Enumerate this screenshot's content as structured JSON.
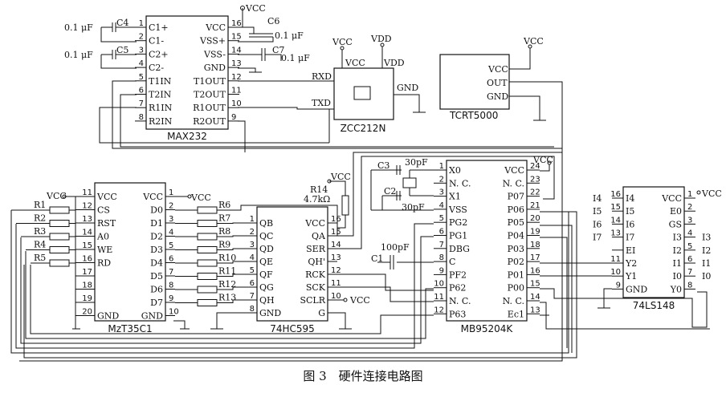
{
  "caption": "图 3　硬件连接电路图",
  "max232": {
    "name": "MAX232",
    "left_pins": [
      {
        "num": "1",
        "label": "C1+"
      },
      {
        "num": "2",
        "label": "C1-"
      },
      {
        "num": "3",
        "label": "C2+"
      },
      {
        "num": "4",
        "label": "C2-"
      },
      {
        "num": "5",
        "label": "T1IN"
      },
      {
        "num": "6",
        "label": "T2IN"
      },
      {
        "num": "7",
        "label": "R1IN"
      },
      {
        "num": "8",
        "label": "R2IN"
      }
    ],
    "right_pins": [
      {
        "num": "16",
        "label": "VCC"
      },
      {
        "num": "15",
        "label": "VSS+"
      },
      {
        "num": "14",
        "label": "VSS-"
      },
      {
        "num": "13",
        "label": "GND"
      },
      {
        "num": "12",
        "label": "T1OUT"
      },
      {
        "num": "11",
        "label": "T2OUT"
      },
      {
        "num": "10",
        "label": "R1OUT"
      },
      {
        "num": "9",
        "label": "R2OUT"
      }
    ],
    "caps": [
      {
        "name": "C4",
        "value": "0.1 μF"
      },
      {
        "name": "C5",
        "value": "0.1 μF"
      },
      {
        "name": "C6",
        "value": "0.1 μF"
      },
      {
        "name": "C7",
        "value": "0.1 μF"
      }
    ],
    "vcc": "VCC"
  },
  "zcc": {
    "name": "ZCC212N",
    "vcc": "VCC",
    "vdd": "VDD",
    "pins": {
      "vcc": "VCC",
      "vdd": "VDD",
      "rxd": "RXD",
      "txd": "TXD",
      "gnd": "GND"
    }
  },
  "tcrt": {
    "name": "TCRT5000",
    "vcc": "VCC",
    "pins": [
      "VCC",
      "OUT",
      "GND"
    ]
  },
  "mzt": {
    "name": "MzT35C1",
    "left_pins": [
      {
        "num": "11",
        "label": "VCC"
      },
      {
        "num": "12",
        "label": "CS"
      },
      {
        "num": "13",
        "label": "RST"
      },
      {
        "num": "14",
        "label": "A0"
      },
      {
        "num": "15",
        "label": "WE"
      },
      {
        "num": "16",
        "label": "RD"
      },
      {
        "num": "17",
        "label": ""
      },
      {
        "num": "18",
        "label": ""
      },
      {
        "num": "19",
        "label": ""
      },
      {
        "num": "20",
        "label": "GND"
      }
    ],
    "right_pins": [
      {
        "num": "1",
        "label": "VCC"
      },
      {
        "num": "2",
        "label": "D0"
      },
      {
        "num": "3",
        "label": "D1"
      },
      {
        "num": "4",
        "label": "D2"
      },
      {
        "num": "5",
        "label": "D3"
      },
      {
        "num": "6",
        "label": "D4"
      },
      {
        "num": "7",
        "label": "D5"
      },
      {
        "num": "8",
        "label": "D6"
      },
      {
        "num": "9",
        "label": "D7"
      },
      {
        "num": "10",
        "label": "GND"
      }
    ],
    "resistors": [
      "R1",
      "R2",
      "R3",
      "R4",
      "R5"
    ],
    "vcc": "VCC"
  },
  "hc595": {
    "name": "74HC595",
    "left_pins": [
      {
        "num": "1",
        "label": "QB"
      },
      {
        "num": "2",
        "label": "QC"
      },
      {
        "num": "3",
        "label": "QD"
      },
      {
        "num": "4",
        "label": "QE"
      },
      {
        "num": "5",
        "label": "QF"
      },
      {
        "num": "6",
        "label": "QG"
      },
      {
        "num": "7",
        "label": "QH"
      },
      {
        "num": "8",
        "label": "GND"
      }
    ],
    "right_pins": [
      {
        "num": "16",
        "label": "VCC"
      },
      {
        "num": "15",
        "label": "QA"
      },
      {
        "num": "14",
        "label": "SER"
      },
      {
        "num": "13",
        "label": "QH'"
      },
      {
        "num": "12",
        "label": "RCK"
      },
      {
        "num": "11",
        "label": "SCK"
      },
      {
        "num": "10",
        "label": "SCLR"
      },
      {
        "num": "",
        "label": "G"
      }
    ],
    "resistors": [
      "R6",
      "R7",
      "R8",
      "R9",
      "R10",
      "R11",
      "R12",
      "R13"
    ],
    "r14": {
      "name": "R14",
      "value": "4.7kΩ"
    },
    "vcc": "VCC"
  },
  "mb95": {
    "name": "MB95204K",
    "left_pins": [
      {
        "num": "1",
        "label": "X0"
      },
      {
        "num": "2",
        "label": "N. C."
      },
      {
        "num": "3",
        "label": "X1"
      },
      {
        "num": "4",
        "label": "VSS"
      },
      {
        "num": "5",
        "label": "PG2"
      },
      {
        "num": "6",
        "label": "PG1"
      },
      {
        "num": "7",
        "label": "DBG"
      },
      {
        "num": "8",
        "label": "C"
      },
      {
        "num": "9",
        "label": "PF2"
      },
      {
        "num": "10",
        "label": "P62"
      },
      {
        "num": "11",
        "label": "N. C."
      },
      {
        "num": "12",
        "label": "P63"
      }
    ],
    "right_pins": [
      {
        "num": "24",
        "label": "VCC"
      },
      {
        "num": "23",
        "label": "N. C."
      },
      {
        "num": "22",
        "label": "P07"
      },
      {
        "num": "21",
        "label": "P06"
      },
      {
        "num": "20",
        "label": "P05"
      },
      {
        "num": "19",
        "label": "P04"
      },
      {
        "num": "18",
        "label": "P03"
      },
      {
        "num": "17",
        "label": "P02"
      },
      {
        "num": "16",
        "label": "P01"
      },
      {
        "num": "15",
        "label": "P00"
      },
      {
        "num": "14",
        "label": "N. C."
      },
      {
        "num": "13",
        "label": "Ec1"
      }
    ],
    "c3": "C3",
    "c3v": "30pF",
    "c2": "C2",
    "c2v": "30pF",
    "c1": "C1",
    "c1v": "100pF",
    "vcc": "VCC"
  },
  "ls148": {
    "name": "74LS148",
    "left_pins": [
      {
        "num": "16",
        "label": "I4",
        "ext": "I4"
      },
      {
        "num": "15",
        "label": "I5",
        "ext": "I5"
      },
      {
        "num": "14",
        "label": "I6",
        "ext": "I6"
      },
      {
        "num": "13",
        "label": "I7",
        "ext": "I7"
      },
      {
        "num": "",
        "label": "EI",
        "ext": ""
      },
      {
        "num": "11",
        "label": "Y2",
        "ext": ""
      },
      {
        "num": "10",
        "label": "Y1",
        "ext": ""
      },
      {
        "num": "9",
        "label": "GND",
        "ext": ""
      }
    ],
    "right_pins": [
      {
        "num": "1",
        "label": "VCC",
        "ext": "VCC"
      },
      {
        "num": "2",
        "label": "E0",
        "ext": ""
      },
      {
        "num": "3",
        "label": "GS",
        "ext": ""
      },
      {
        "num": "4",
        "label": "I3",
        "ext": "I3"
      },
      {
        "num": "5",
        "label": "I2",
        "ext": "I2"
      },
      {
        "num": "6",
        "label": "I1",
        "ext": "I1"
      },
      {
        "num": "7",
        "label": "I0",
        "ext": "I0"
      },
      {
        "num": "8",
        "label": "Y0",
        "ext": ""
      }
    ]
  }
}
